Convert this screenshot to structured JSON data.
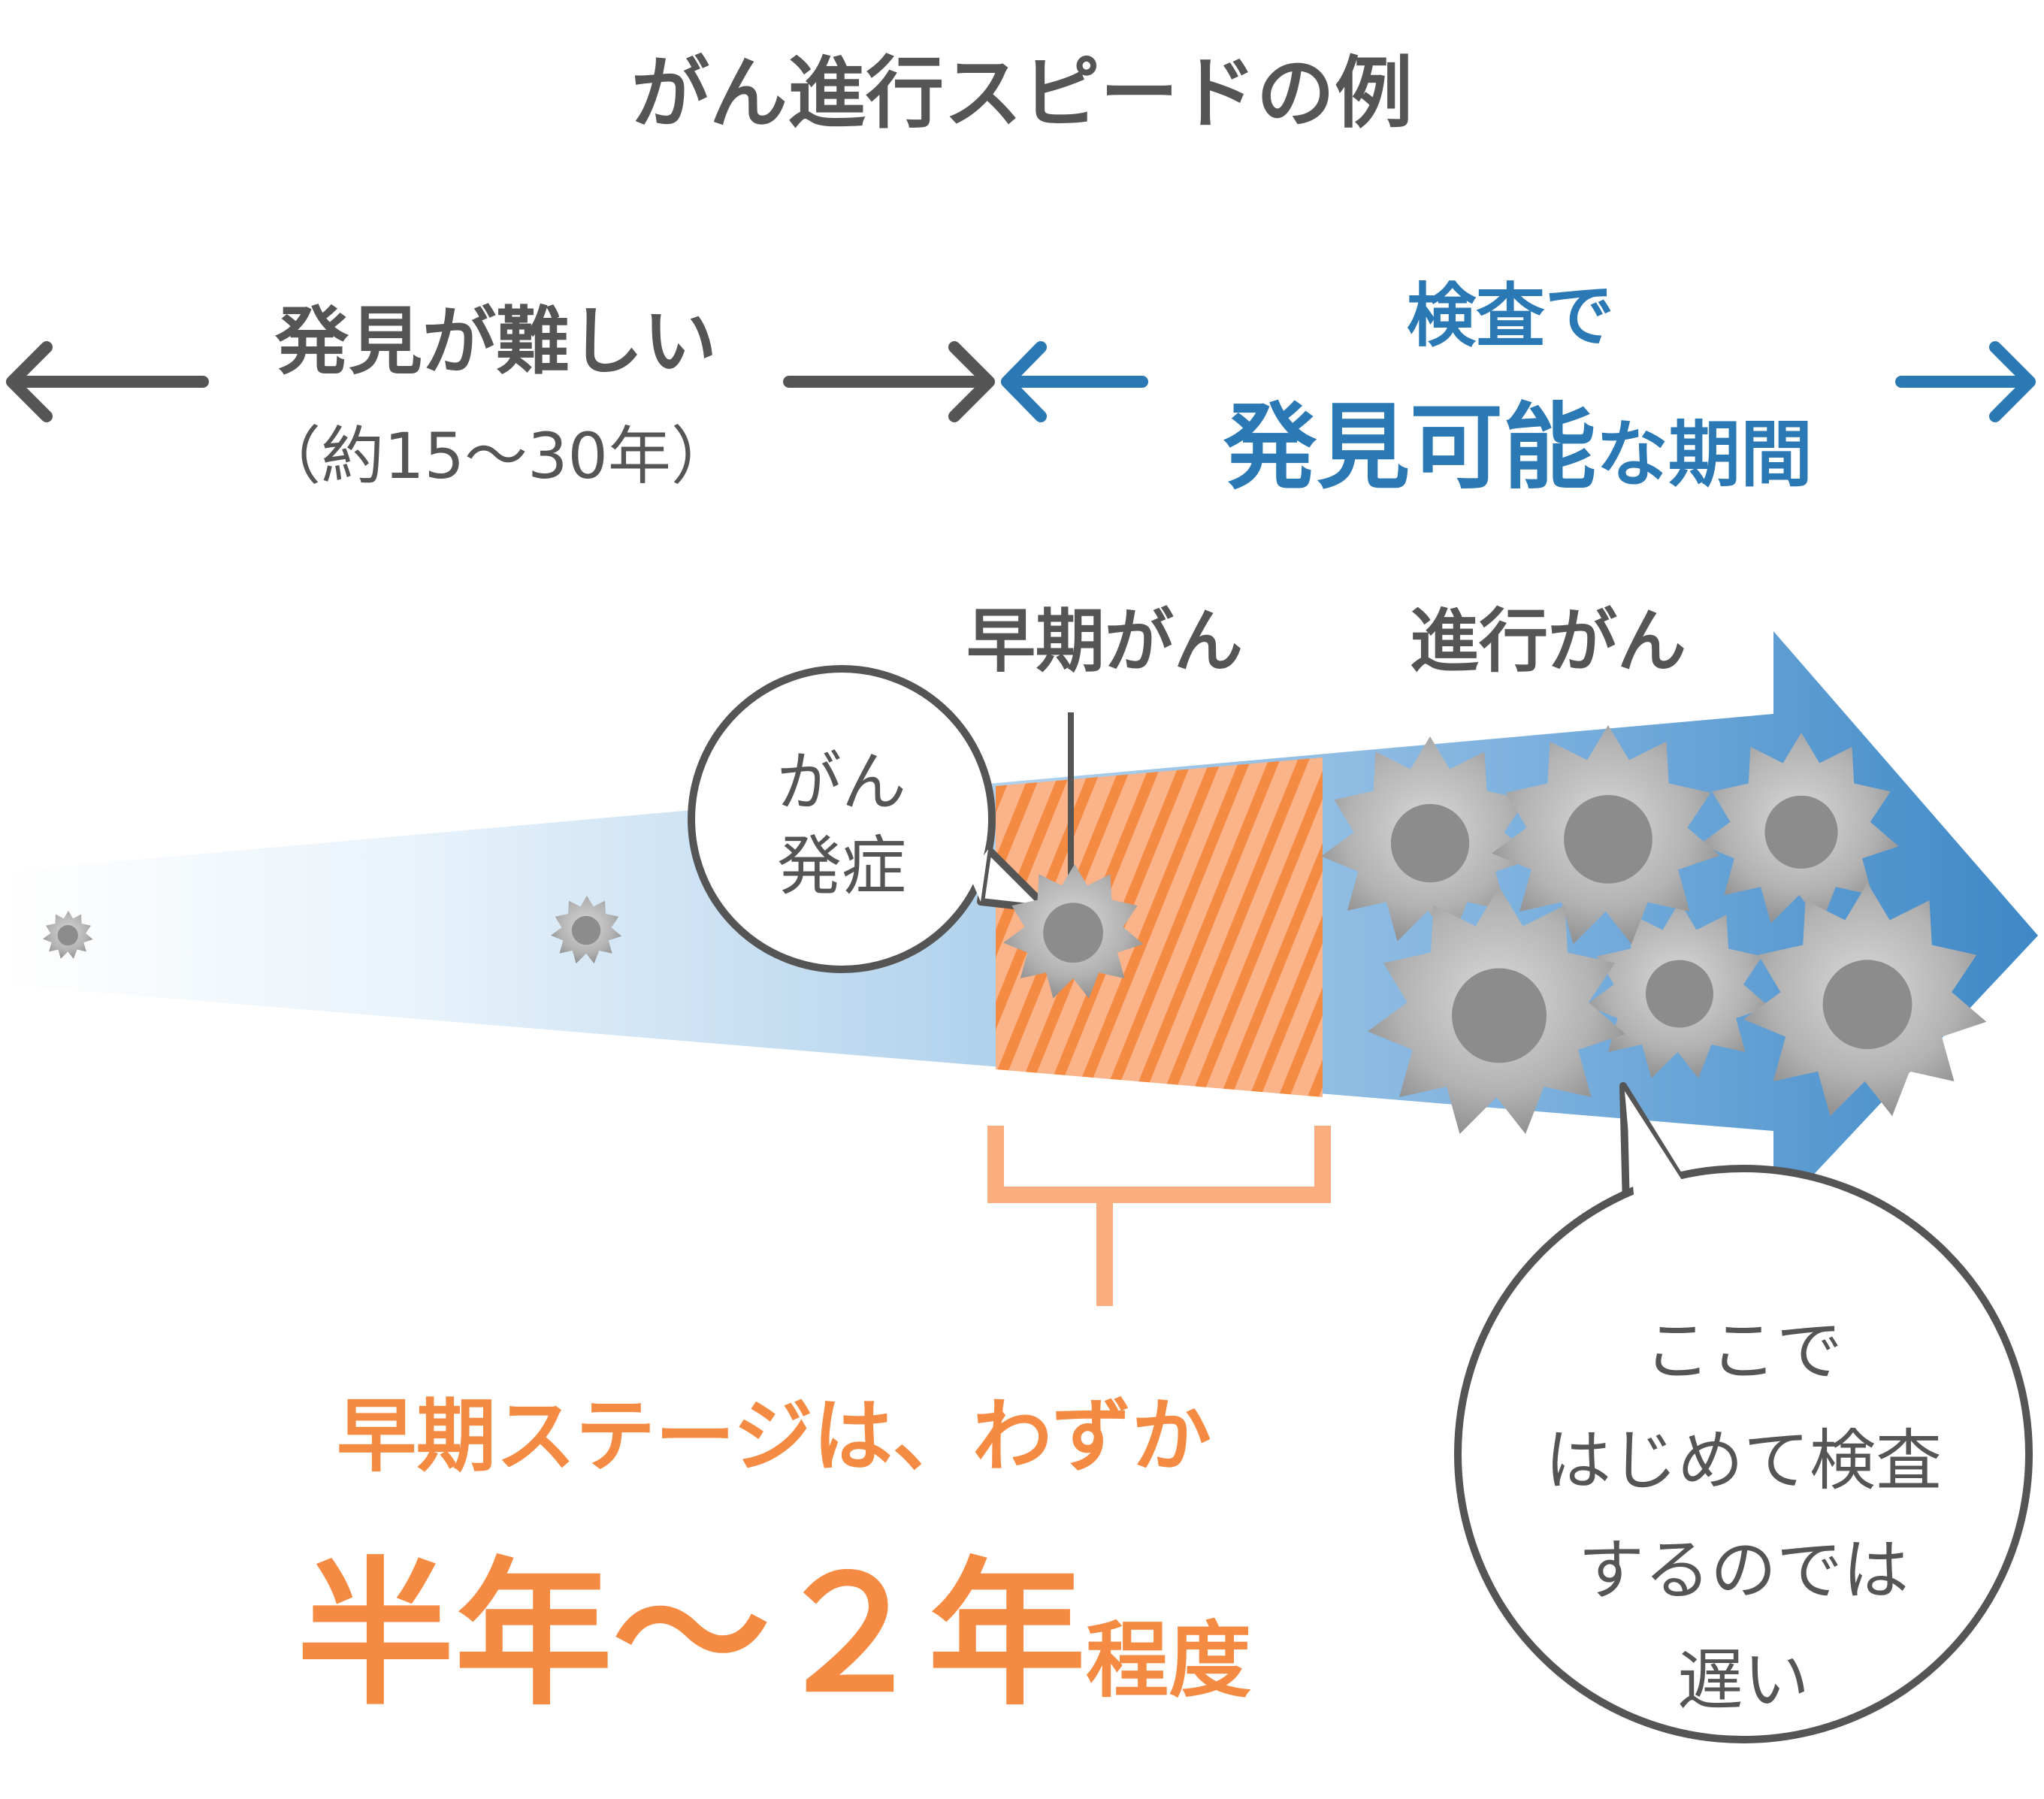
{
  "title": "がん進行スピードの例",
  "left_period": {
    "label": "発見が難しい",
    "sublabel": "（約15〜30年）"
  },
  "right_period": {
    "label_line1": "検査で",
    "label_line2_emph": "発見可能",
    "label_line2_rest": "な期間"
  },
  "stages": {
    "early": "早期がん",
    "advanced": "進行がん"
  },
  "onset_bubble": {
    "line1": "がん",
    "line2": "発症"
  },
  "late_bubble": {
    "line1": "ここで",
    "line2": "はじめて検査",
    "line3": "するのでは",
    "line4": "遅い"
  },
  "early_stage_note": {
    "line1": "早期ステージは、わずか",
    "big": "半年〜２年",
    "suffix": "程度"
  },
  "colors": {
    "text_gray": "#555555",
    "blue": "#2a78b4",
    "orange": "#f58a42",
    "orange_light": "#fbb38a",
    "cell_gray": "#a3a3a3"
  }
}
